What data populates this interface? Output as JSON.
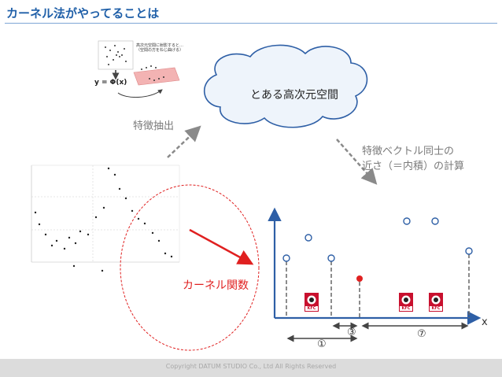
{
  "title": "カーネル法がやってることは",
  "cloud_label": "とある高次元空間",
  "feature_extraction_label": "特徴抽出",
  "similarity_label_line1": "特徴ベクトル同士の",
  "similarity_label_line2": "近さ（＝内積）の計算",
  "kernel_label": "カーネル関数",
  "x_axis_label": "x",
  "distance_labels": [
    "①",
    "③",
    "⑦"
  ],
  "inset": {
    "note_line1": "高次元空間に射影すると…",
    "note_line2": "（空間の方をねじ曲げる）",
    "formula": "y = Φ(x)"
  },
  "kfc_logo_text": "KFC",
  "footer": "Copyright DATUM STUDIO Co., Ltd All Rights Reserved"
}
